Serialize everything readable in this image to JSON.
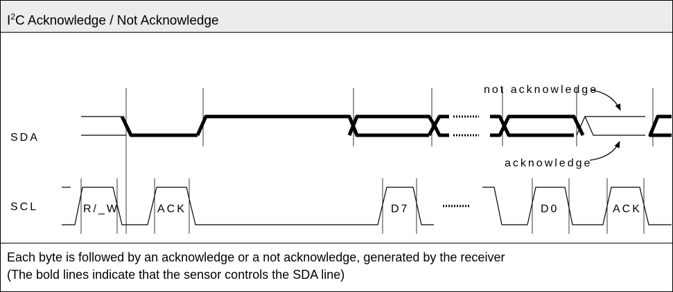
{
  "title": {
    "prefix": "I",
    "superscript": "2",
    "rest": "C Acknowledge / Not Acknowledge"
  },
  "signals": {
    "sda": "SDA",
    "scl": "SCL"
  },
  "annotations": {
    "not_acknowledge": "not acknowledge",
    "acknowledge": "acknowledge"
  },
  "clock_labels": {
    "rw": "R/_W",
    "ack1": "ACK",
    "d7": "D7",
    "d0": "D0",
    "ack2": "ACK"
  },
  "footer": {
    "line1": "Each byte is followed by an acknowledge or a not acknowledge, generated by the receiver",
    "line2": "(The bold lines indicate that the sensor controls the SDA  line)"
  }
}
